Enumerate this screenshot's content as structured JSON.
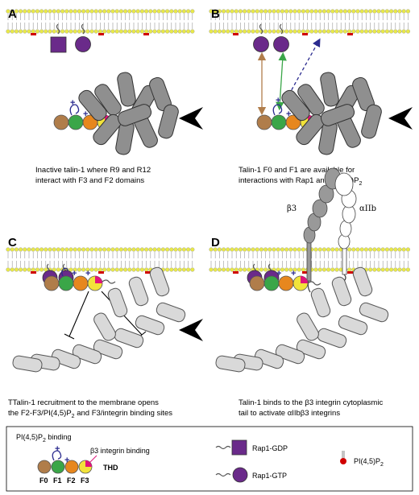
{
  "panels": {
    "A": {
      "letter": "A",
      "caption": [
        "Inactive talin-1 where R9 and R12",
        "interact with F3 and F2 domains"
      ]
    },
    "B": {
      "letter": "B",
      "caption": [
        "Talin-1 F0 and F1 are available for",
        "interactions with Rap1 and PI(4,5)P"
      ],
      "caption_sub": "2"
    },
    "C": {
      "letter": "C",
      "caption": [
        "TTalin-1 recruitment to the membrane opens",
        "the F2-F3/PI(4,5)P",
        " and F3/integrin binding sites"
      ],
      "caption_sub": "2"
    },
    "D": {
      "letter": "D",
      "caption": [
        "Talin-1 binds to the β3 integrin cytoplasmic",
        "tail to activate αIIbβ3 integrins"
      ],
      "beta3_label": "β3",
      "alphaIIb_label": "αIIb"
    }
  },
  "legend": {
    "pip2_binding": "PI(4,5)P",
    "pip2_binding_sub": "2",
    "pip2_binding_tail": " binding",
    "integrin_binding": "β3 integrin binding",
    "thd_label": "THD",
    "domains": [
      "F0",
      "F1",
      "F2",
      "F3"
    ],
    "rap1_gdp": "Rap1-GDP",
    "rap1_gtp": "Rap1-GTP",
    "pip2": "PI(4,5)P",
    "pip2_sub": "2"
  },
  "colors": {
    "F0": "#b07d4a",
    "F1": "#3aa648",
    "F2": "#e7871e",
    "F3_yellow": "#f2e33a",
    "F3_magenta": "#e0147a",
    "rap1": "#6a2a8a",
    "rod": "#bdbdbd",
    "membrane_head": "#e8e84a",
    "minus": "#d00000",
    "plus": "#2b2b8f",
    "arrow_brown": "#b07d4a",
    "arrow_green": "#3aa648",
    "arrow_blue": "#2b2b8f"
  }
}
